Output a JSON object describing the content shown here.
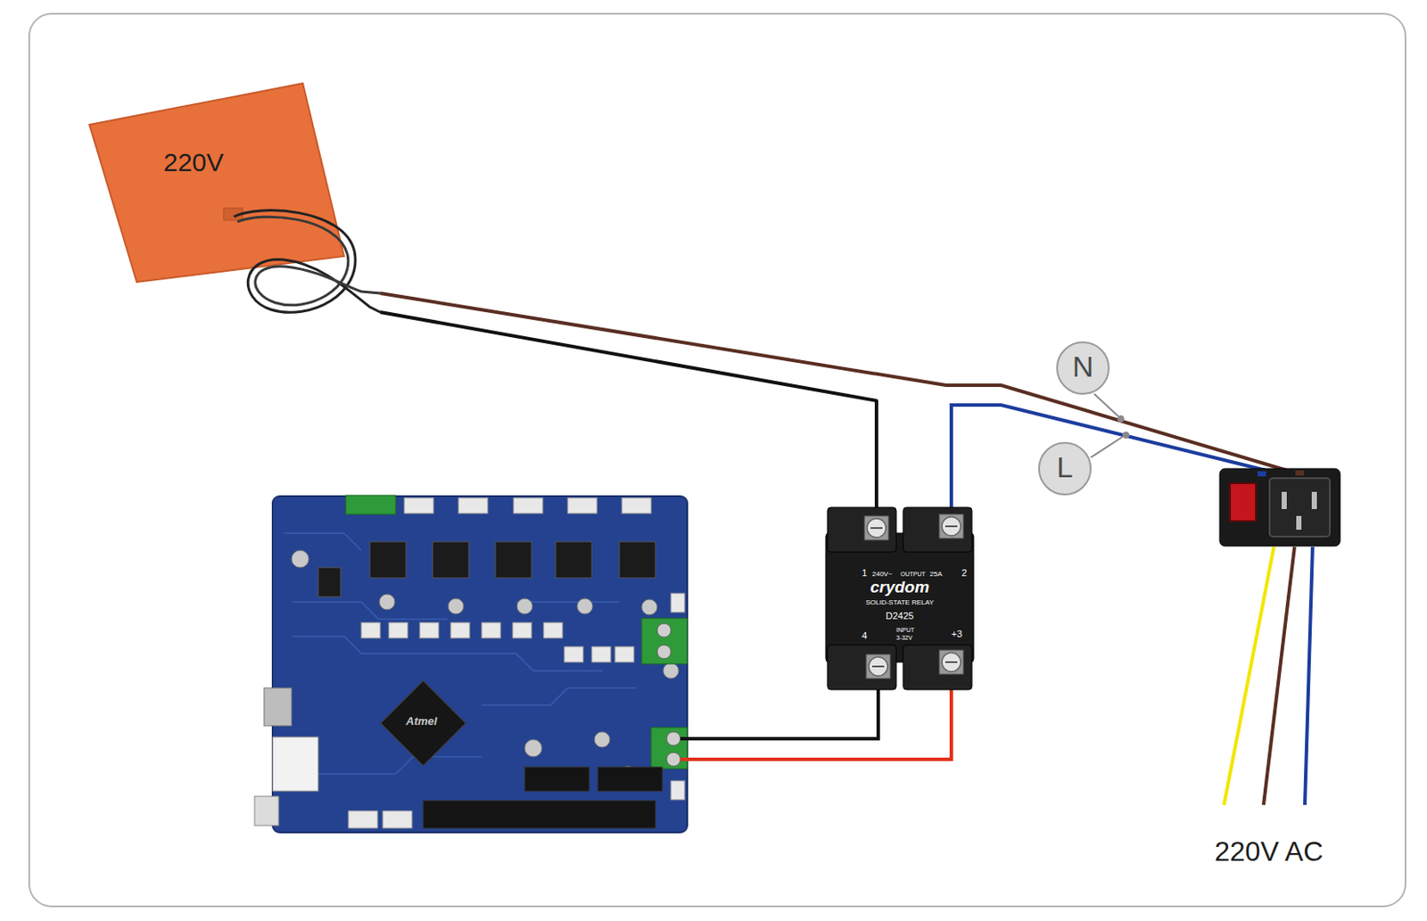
{
  "diagram": {
    "nodes": [
      {
        "text": [
          "220V"
        ]
      },
      {
        "text": [
          "N"
        ]
      },
      {
        "text": [
          "L"
        ]
      },
      {
        "text": [
          "crydom",
          "SOLID-STATE RELAY",
          "D2425"
        ]
      }
    ],
    "edges": [
      {
        "from": 0,
        "to": 3,
        "arrow": "none"
      }
    ],
    "labels": [
      "1",
      "240V~",
      "OUTPUT",
      "25A",
      "2",
      "4",
      "INPUT",
      "3-32V",
      "+3",
      "Atmel",
      "220V AC"
    ]
  }
}
